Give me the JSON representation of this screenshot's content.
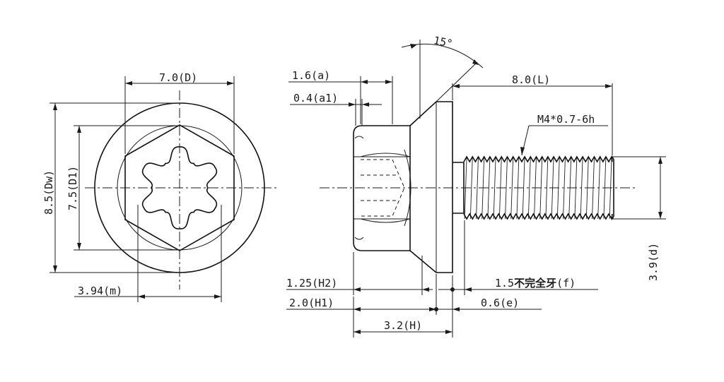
{
  "labels": {
    "D": "7.0(D)",
    "Dw": "8.5(Dw)",
    "D1": "7.5(D1)",
    "m": "3.94(m)",
    "a": "1.6(a)",
    "a1": "0.4(a1)",
    "angle": "15°",
    "L": "8.0(L)",
    "thread": "M4*0.7-6h",
    "d": "3.9(d)",
    "H2": "1.25(H2)",
    "H1": "2.0(H1)",
    "H": "3.2(H)",
    "f_num": "1.5",
    "f_cn": "不完全牙",
    "f_sym": "(f)",
    "e": "0.6(e)"
  }
}
